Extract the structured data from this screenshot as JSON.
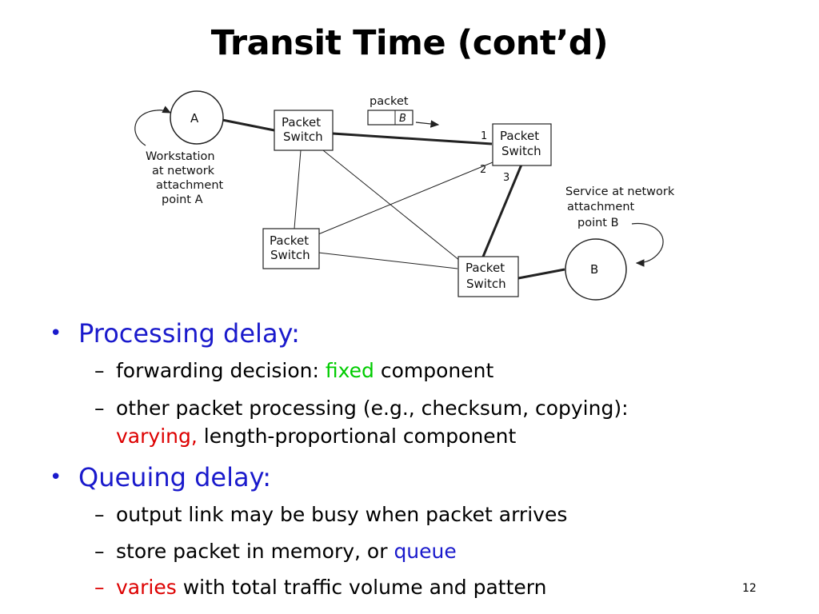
{
  "slide": {
    "title": "Transit Time (cont’d)",
    "page_number": "12"
  },
  "diagram": {
    "nodes": {
      "a": "A",
      "b": "B",
      "switch_top_left": [
        "Packet",
        "Switch"
      ],
      "switch_top_right": [
        "Packet",
        "Switch"
      ],
      "switch_mid_left": [
        "Packet",
        "Switch"
      ],
      "switch_bottom": [
        "Packet",
        "Switch"
      ]
    },
    "packet": {
      "label": "packet",
      "dest": "B"
    },
    "ports": [
      "1",
      "2",
      "3"
    ],
    "workstation_note": [
      "Workstation",
      "at network",
      "attachment",
      "point A"
    ],
    "service_note": [
      "Service at network",
      "attachment",
      "point B"
    ]
  },
  "bullets": {
    "processing": {
      "label": "Processing delay:",
      "items": {
        "forwarding": {
          "before": "forwarding decision: ",
          "highlight": "fixed",
          "after": " component"
        },
        "other": {
          "line1": "other packet processing (e.g., checksum, copying):",
          "highlight": "varying,",
          "after": " length-proportional component"
        }
      }
    },
    "queuing": {
      "label": "Queuing delay:",
      "items": {
        "busy": "output link may be busy when packet arrives",
        "store": {
          "before": "store packet in memory, or ",
          "highlight": "queue"
        },
        "varies": {
          "highlight": "varies",
          "after": " with total traffic volume and pattern"
        }
      }
    }
  },
  "colors": {
    "blue": "#1a1acc",
    "green": "#00cc00",
    "red": "#dd0000"
  },
  "bullet_glyph": "•",
  "dash_glyph": "–"
}
